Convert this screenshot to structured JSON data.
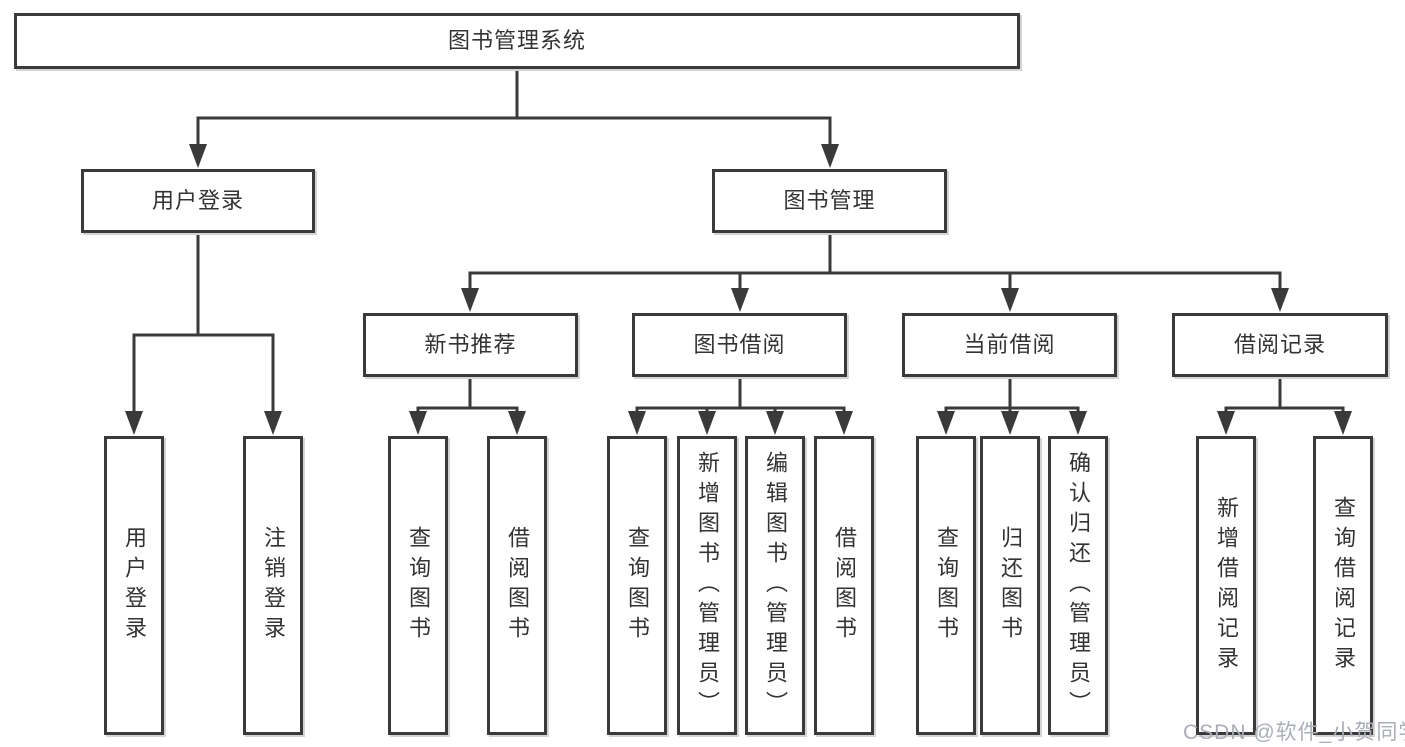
{
  "diagram": {
    "root": "图书管理系统",
    "level1": {
      "user_login": "用户登录",
      "book_mgmt": "图书管理"
    },
    "level2": {
      "new_books": "新书推荐",
      "borrowing": "图书借阅",
      "current": "当前借阅",
      "records": "借阅记录"
    },
    "leaves": {
      "user_login": [
        "用户登录",
        "注销登录"
      ],
      "new_books": [
        "查询图书",
        "借阅图书"
      ],
      "borrowing": [
        "查询图书",
        "新增图书（管理员）",
        "编辑图书（管理员）",
        "借阅图书"
      ],
      "current": [
        "查询图书",
        "归还图书",
        "确认归还（管理员）"
      ],
      "records": [
        "新增借阅记录",
        "查询借阅记录"
      ]
    }
  },
  "watermark": "CSDN @软件_小贺同学",
  "colors": {
    "line": "#3a3a3a",
    "text": "#333333",
    "watermark": "#aaaeb6"
  }
}
